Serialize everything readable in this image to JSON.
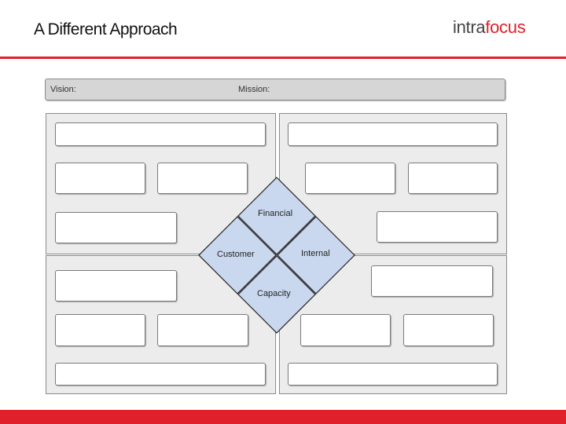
{
  "title": "A Different Approach",
  "logo": {
    "part1": "intra",
    "part2": "focus"
  },
  "vision_label": "Vision:",
  "mission_label": "Mission:",
  "perspectives": {
    "financial": "Financial",
    "customer": "Customer",
    "internal": "Internal",
    "capacity": "Capacity"
  },
  "colors": {
    "accent_red": "#e0202a",
    "diamond_fill": "#c9d8ef",
    "quadrant_fill": "#ececec"
  }
}
